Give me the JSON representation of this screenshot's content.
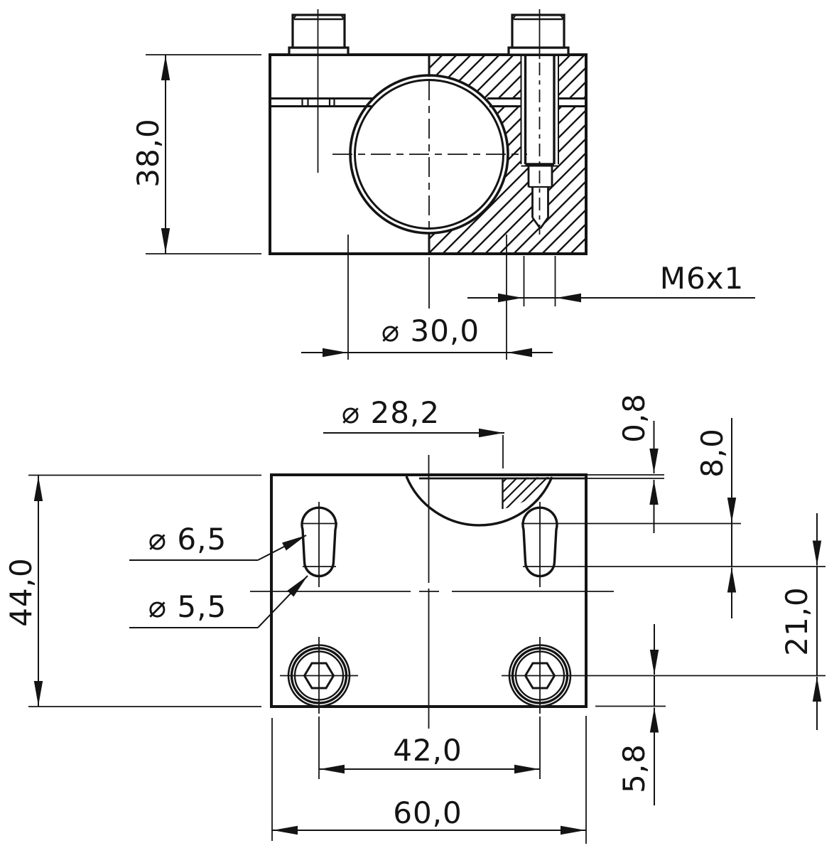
{
  "page": {
    "background": "#ffffff",
    "line_color": "#141414"
  },
  "dims": {
    "front_height": "38,0",
    "bore_diameter": "⌀ 30,0",
    "thread_callout": "M6x1",
    "sphere_diameter": "⌀ 28,2",
    "recess_depth": "0,8",
    "slot_pitch": "8,0",
    "plate_height": "44,0",
    "slot_upper_dia": "⌀ 6,5",
    "slot_lower_dia": "⌀ 5,5",
    "screw_line_offset": "21,0",
    "screw_spacing": "42,0",
    "screw_edge_offset": "5,8",
    "plate_width": "60,0"
  }
}
